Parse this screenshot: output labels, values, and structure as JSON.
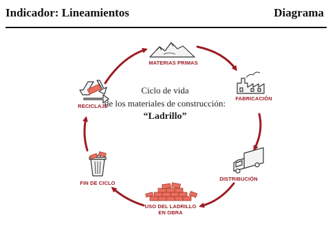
{
  "header": {
    "left_title": "Indicador: Lineamientos",
    "right_title": "Diagrama"
  },
  "center": {
    "line1": "Ciclo de vida",
    "line2": "de los materiales de construcción:",
    "line3": "“Ladrillo”"
  },
  "stages": {
    "materias_primas": "MATERIAS PRIMAS",
    "fabricacion": "FABRICACIÓN",
    "distribucion": "DISTRIBUCIÓN",
    "uso_line1": "USO DEL LADRILLO",
    "uso_line2": "EN OBRA",
    "fin_de_ciclo": "FIN DE CICLO",
    "reciclaje": "RECICLAJE"
  },
  "colors": {
    "arrow": "#9b1b22",
    "brick": "#e96f5f",
    "icon_line": "#333333"
  },
  "icons": [
    "mountains-icon",
    "factory-icon",
    "truck-icon",
    "brick-pile-icon",
    "trash-can-icon",
    "recycle-icon"
  ]
}
